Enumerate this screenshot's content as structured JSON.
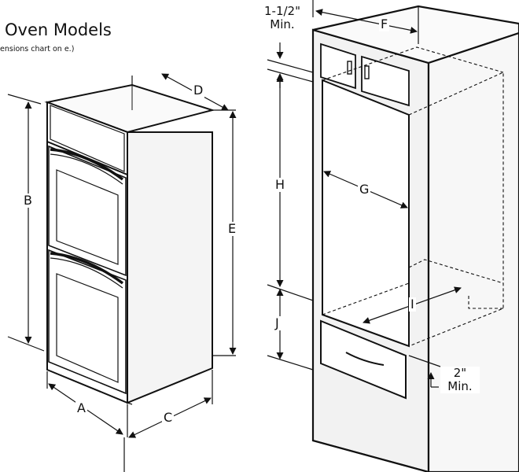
{
  "title": "Oven Models",
  "note": "ensions chart on e.)",
  "labels": {
    "A": "A",
    "B": "B",
    "C": "C",
    "D": "D",
    "E": "E",
    "F": "F",
    "G": "G",
    "H": "H",
    "I": "I",
    "J": "J"
  },
  "clearances": {
    "top_value": "1-1/2\"",
    "top_unit": "Min.",
    "bottom_value": "2\"",
    "bottom_unit": "Min."
  }
}
